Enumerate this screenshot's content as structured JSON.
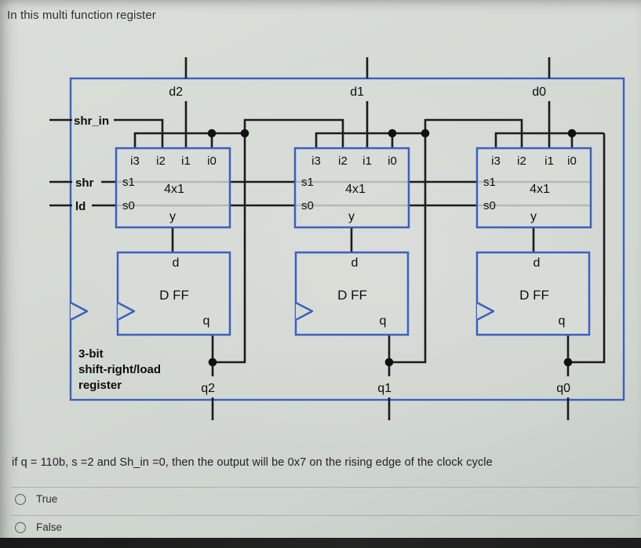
{
  "title": "In this multi function register",
  "circuit": {
    "caption_lines": [
      "3-bit",
      "shift-right/load",
      "register"
    ],
    "top_inputs": [
      "d2",
      "d1",
      "d0"
    ],
    "left_inputs": {
      "shift_serial": "shr_in",
      "shift": "shr",
      "load": "ld"
    },
    "outputs": [
      "q2",
      "q1",
      "q0"
    ],
    "mux": {
      "label": "4x1",
      "data_inputs": [
        "i3",
        "i2",
        "i1",
        "i0"
      ],
      "selects": [
        "s1",
        "s0"
      ],
      "output": "y"
    },
    "flipflop": {
      "label": "D FF",
      "input": "d",
      "output": "q"
    }
  },
  "question": "if q = 110b, s =2 and Sh_in =0, then the output will be 0x7 on the rising edge of the clock cycle",
  "options": [
    "True",
    "False"
  ],
  "colors": {
    "wire": "#1b1b1b",
    "box_blue": "#3c5fc2"
  }
}
